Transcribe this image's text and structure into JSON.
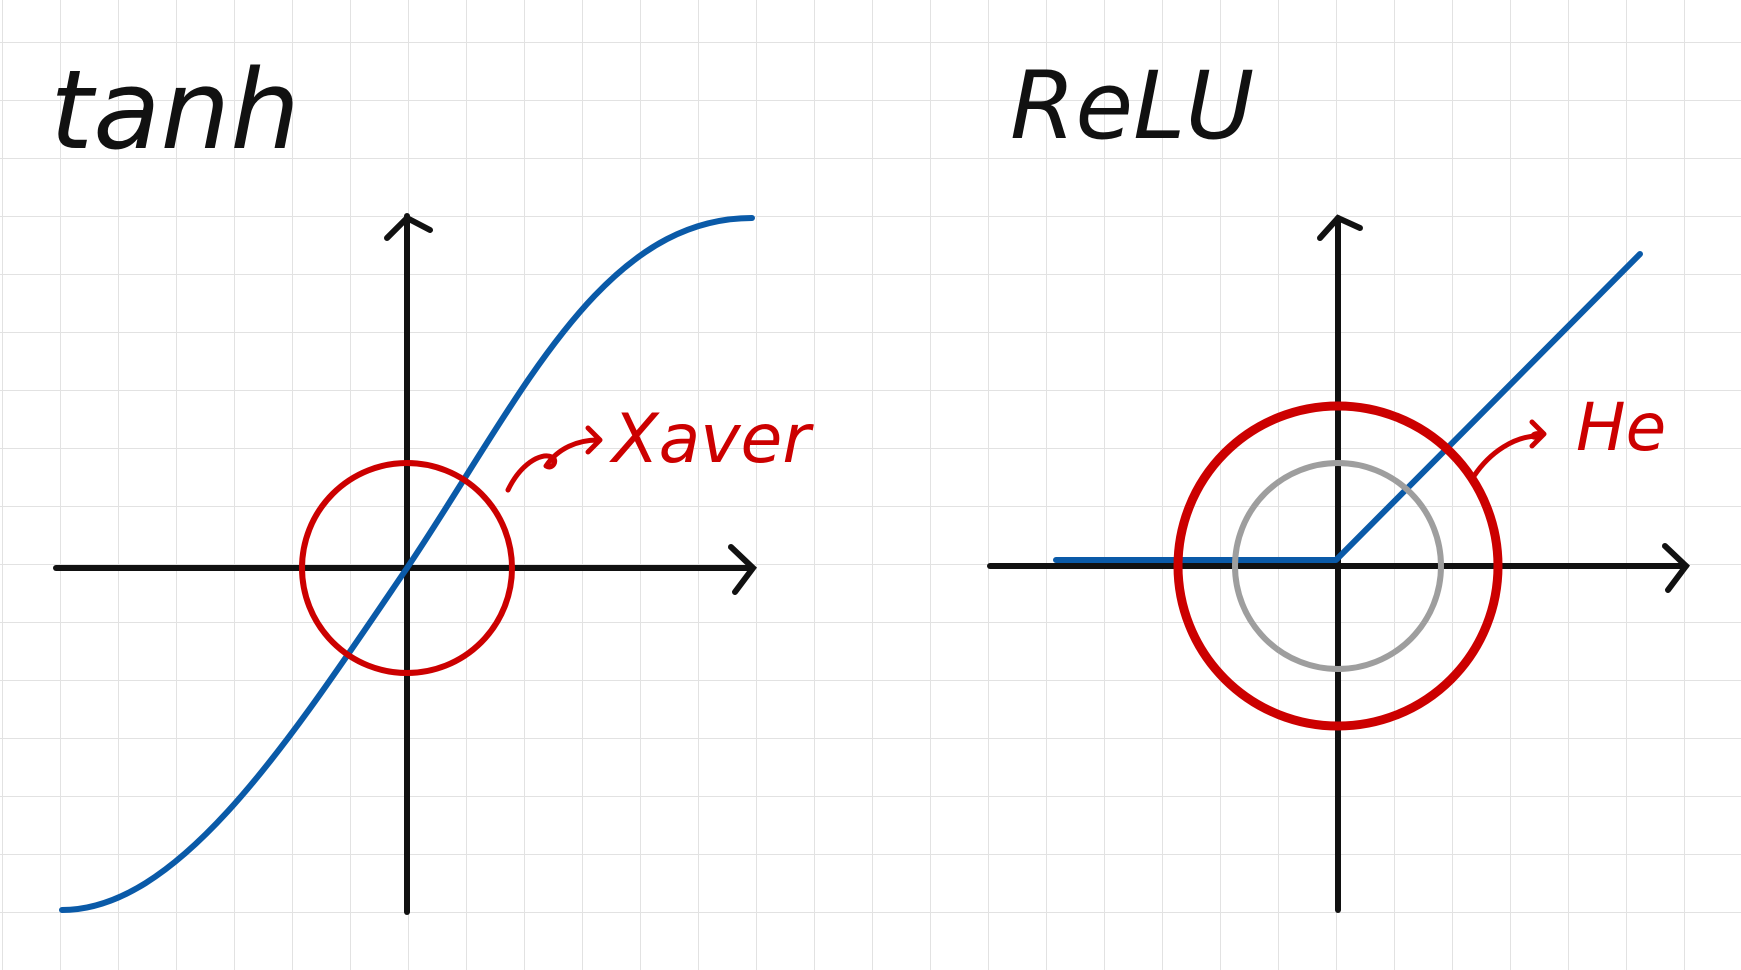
{
  "panels": [
    {
      "title": "tanh",
      "annotation": "Xaver"
    },
    {
      "title": "ReLU",
      "annotation": "He"
    }
  ],
  "colors": {
    "curve": "#0a5aa8",
    "highlight": "#cc0000",
    "reference": "#9e9e9e",
    "axis": "#111111",
    "grid": "#e2e2e2"
  },
  "icons": [
    "arrow-up-icon",
    "arrow-right-icon",
    "curved-arrow-icon"
  ]
}
